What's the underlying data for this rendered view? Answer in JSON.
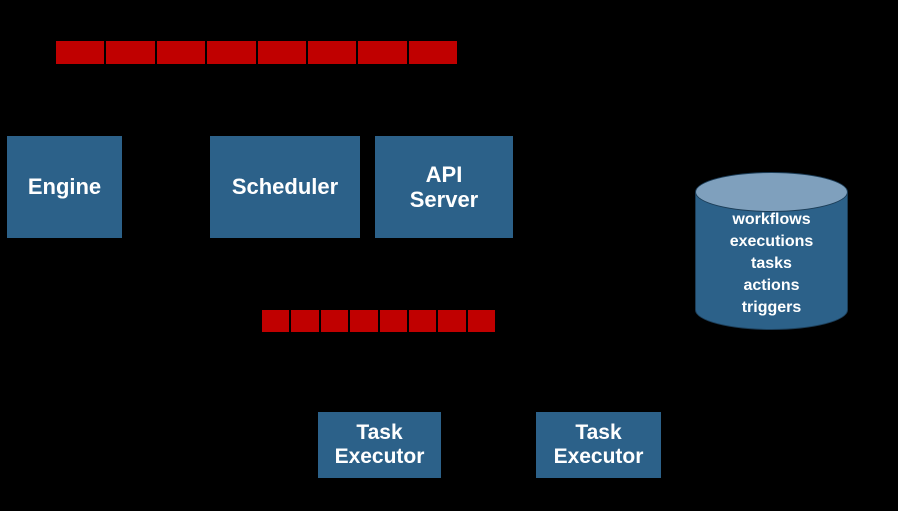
{
  "diagram": {
    "background_color": "#000000",
    "accent_blue": "#2C6189",
    "accent_blue_light": "#7FA0BD",
    "accent_red": "#C00000",
    "text_color": "#FFFFFF"
  },
  "bars": [
    {
      "name": "top-segmented-bar",
      "segments": 8,
      "color": "#C00000"
    },
    {
      "name": "middle-segmented-bar",
      "segments": 8,
      "color": "#C00000"
    }
  ],
  "components": [
    {
      "id": "engine",
      "label": "Engine"
    },
    {
      "id": "scheduler",
      "label": "Scheduler"
    },
    {
      "id": "api-server",
      "label": "API\nServer"
    },
    {
      "id": "task-executor-1",
      "label": "Task\nExecutor"
    },
    {
      "id": "task-executor-2",
      "label": "Task\nExecutor"
    }
  ],
  "database": {
    "id": "database-cylinder",
    "tables_text": "workflows\nexecutions\ntasks\nactions\ntriggers",
    "tables": [
      "workflows",
      "executions",
      "tasks",
      "actions",
      "triggers"
    ]
  }
}
